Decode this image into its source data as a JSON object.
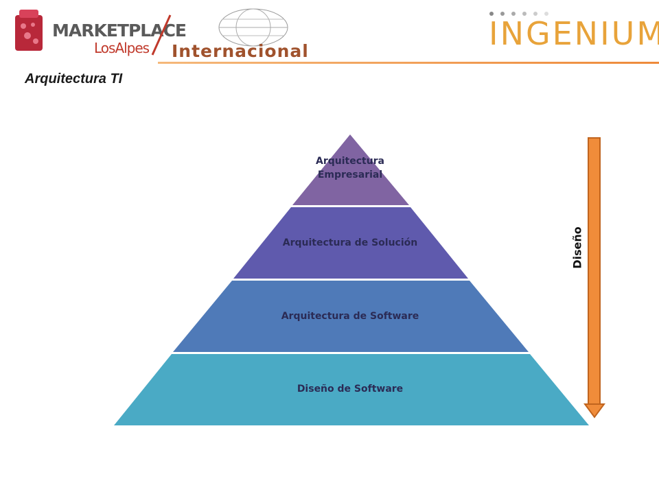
{
  "header": {
    "logo_main": "MARKETPLACE",
    "logo_sub": "LosAlpes",
    "logo_tag": "Internacional",
    "brand": "INGENIUM"
  },
  "title": "Arquitectura TI",
  "pyramid": {
    "levels": [
      {
        "label_line1": "Arquitectura",
        "label_line2": "Empresarial",
        "color": "#8064a2"
      },
      {
        "label": "Arquitectura de Solución",
        "color": "#5f5aad"
      },
      {
        "label": "Arquitectura de Software",
        "color": "#4f7ab8"
      },
      {
        "label": "Diseño de Software",
        "color": "#4aaac5"
      }
    ]
  },
  "arrow": {
    "label": "Diseño",
    "color": "#f08c3a"
  },
  "colors": {
    "accent_line": "#ee8a3a",
    "brand": "#e8a33a"
  }
}
